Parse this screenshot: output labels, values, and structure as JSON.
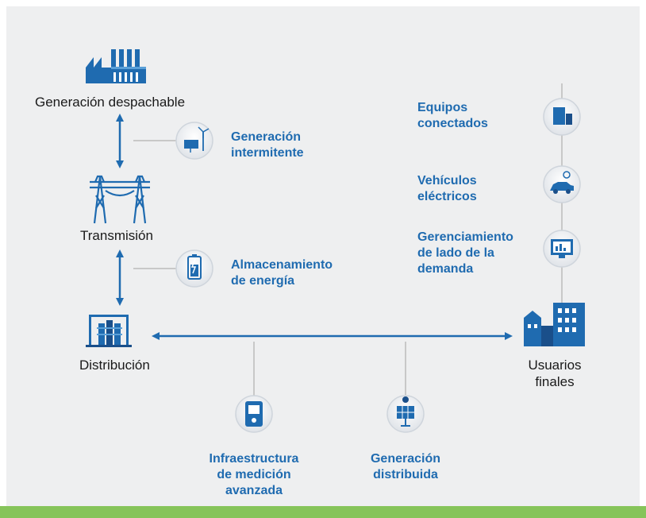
{
  "colors": {
    "accent_blue": "#1f6bb0",
    "dark_blue": "#1a4f8a",
    "background": "#eeeff0",
    "bottom_bar": "#86c45a",
    "connector_gray": "#c8c8c8"
  },
  "nodes": {
    "generation": {
      "label": "Generación despachable",
      "icon": "power-plant-icon"
    },
    "transmission": {
      "label": "Transmisión",
      "icon": "transmission-tower-icon"
    },
    "distribution": {
      "label": "Distribución",
      "icon": "substation-icon"
    },
    "end_users": {
      "label_lines": [
        "Usuarios",
        "finales"
      ],
      "icon": "buildings-icon"
    }
  },
  "features": {
    "intermittent": {
      "lines": [
        "Generación",
        "intermitente"
      ],
      "icon": "wind-solar-icon"
    },
    "storage": {
      "lines": [
        "Almacenamiento",
        "de energía"
      ],
      "icon": "battery-icon"
    },
    "connected": {
      "lines": [
        "Equipos",
        "conectados"
      ],
      "icon": "devices-icon"
    },
    "ev": {
      "lines": [
        "Vehículos",
        "eléctricos"
      ],
      "icon": "electric-car-icon"
    },
    "demand": {
      "lines": [
        "Gerenciamiento",
        "de lado de la",
        "demanda"
      ],
      "icon": "monitor-icon"
    },
    "metering": {
      "lines": [
        "Infraestructura",
        "de medición",
        "avanzada"
      ],
      "icon": "smart-meter-icon"
    },
    "distributed": {
      "lines": [
        "Generación",
        "distribuida"
      ],
      "icon": "solar-panel-icon"
    }
  }
}
